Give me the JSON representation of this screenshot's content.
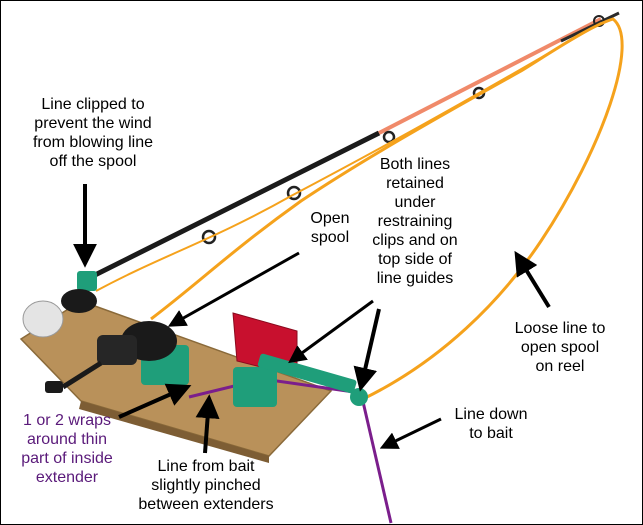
{
  "colors": {
    "loose_line": "#f5a21c",
    "bait_line": "#7b1e8c",
    "rod": "#1b1b1b",
    "rod_tip": "#f08a6a",
    "bracket": "#1f9e7a",
    "board": "#b9915a",
    "flag": "#c8102e"
  },
  "labels": {
    "line_clipped": "Line clipped to\nprevent the wind\nfrom blowing line\noff the spool",
    "open_spool": "Open\nspool",
    "both_lines": "Both lines\nretained\nunder\nrestraining\nclips and on\ntop side of\nline guides",
    "loose_line": "Loose line to\nopen spool\non reel",
    "line_down": "Line down\nto bait",
    "wraps": "1 or 2 wraps\naround thin\npart of inside\nextender",
    "pinched": "Line from bait\nslightly pinched\nbetween extenders"
  }
}
